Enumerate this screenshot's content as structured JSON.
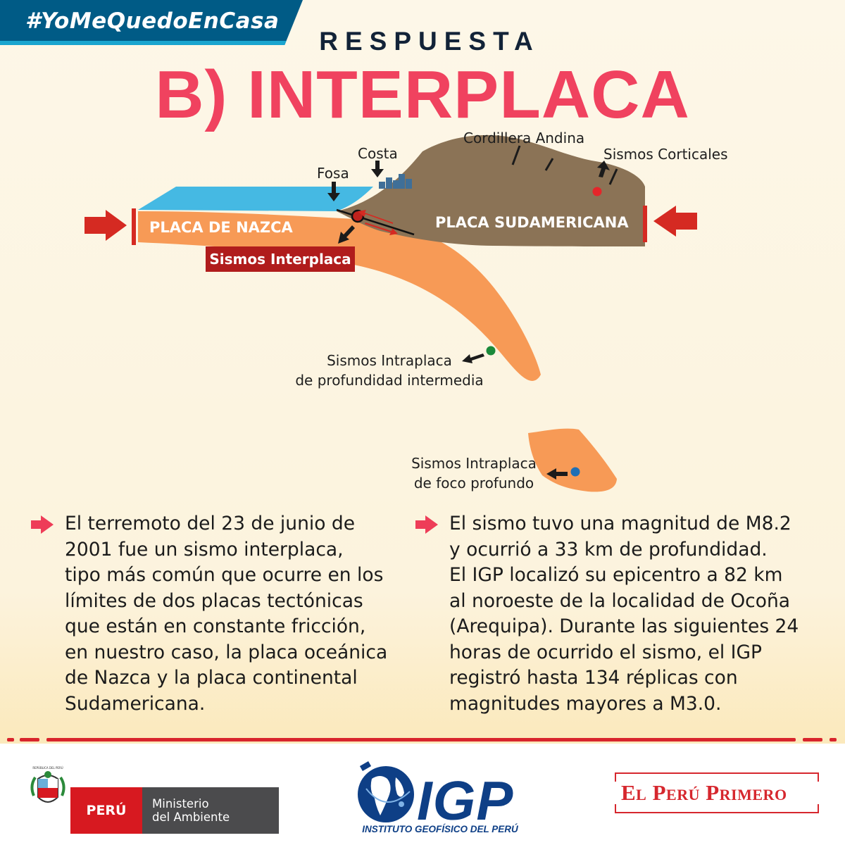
{
  "header": {
    "hashtag": "#YoMeQuedoEnCasa",
    "kicker": "RESPUESTA",
    "answer": "B) INTERPLACA"
  },
  "diagram": {
    "labels": {
      "cordillera": "Cordillera Andina",
      "costa": "Costa",
      "fosa": "Fosa",
      "sismos_corticales": "Sismos Corticales",
      "placa_nazca": "PLACA DE NAZCA",
      "placa_sudamericana": "PLACA SUDAMERICANA",
      "sismos_interplaca": "Sismos Interplaca",
      "intraplaca_intermedia_1": "Sismos Intraplaca",
      "intraplaca_intermedia_2": "de profundidad intermedia",
      "intraplaca_profundo_1": "Sismos Intraplaca",
      "intraplaca_profundo_2": "de foco profundo"
    },
    "colors": {
      "ocean": "#45b9e3",
      "nazca_plate": "#f79a56",
      "south_american_plate": "#8b7356",
      "push_arrow": "#d52a22",
      "interplaca_box": "#b01c1c",
      "cortical_dot": "#e5252a",
      "intermediate_dot": "#1a8a3a",
      "deep_dot": "#1f6fb5"
    }
  },
  "body": {
    "left_paragraph": "El terremoto del 23 de junio de\n2001 fue un sismo interplaca,\ntipo más común que ocurre en los\nlímites de dos placas tectónicas\nque están en constante fricción,\nen nuestro caso, la placa oceánica\nde Nazca y la placa continental\nSudamericana.",
    "right_paragraph": "El sismo tuvo una magnitud de M8.2\ny ocurrió a 33 km de profundidad.\nEl IGP localizó su epicentro a 82 km\nal noroeste de la localidad de Ocoña\n(Arequipa). Durante las siguientes 24\nhoras de ocurrido el sismo, el IGP\nregistró hasta 134 réplicas con\nmagnitudes mayores a M3.0.",
    "bullet_icon": "arrow-right-icon",
    "bullet_color": "#ee3d58"
  },
  "footer": {
    "escudo_text": "REPÚBLICA DEL PERÚ",
    "peru_label": "PERÚ",
    "ministerio_line1": "Ministerio",
    "ministerio_line2": "del Ambiente",
    "igp_logo": "IGP",
    "igp_name": "INSTITUTO GEOFÍSICO DEL PERÚ",
    "slogan": "El Perú Primero"
  }
}
